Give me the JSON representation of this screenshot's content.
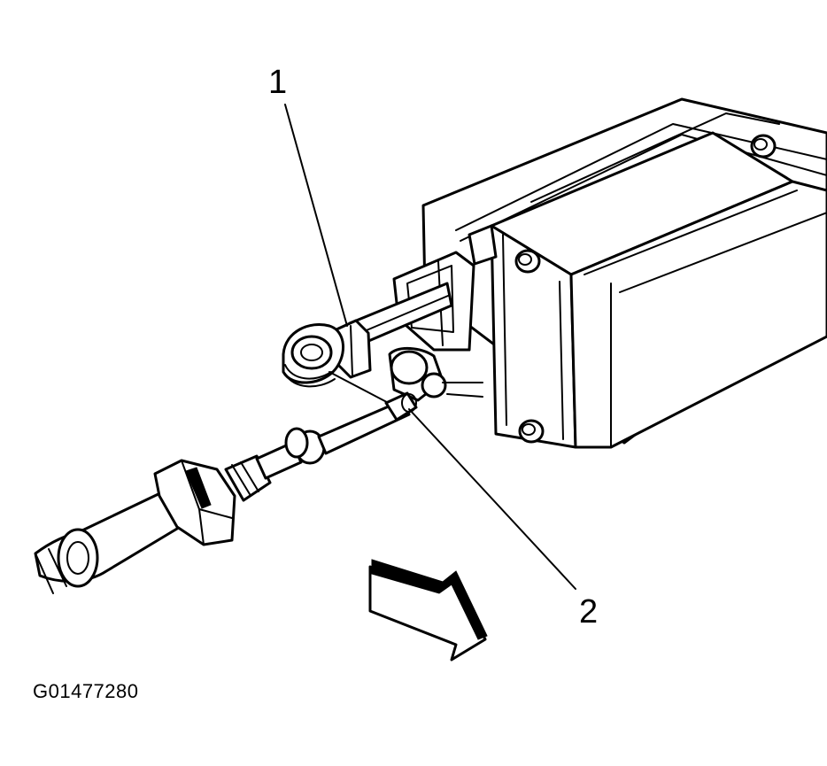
{
  "diagram": {
    "callouts": [
      {
        "label": "1"
      },
      {
        "label": "2"
      }
    ],
    "figure_id": "G01477280"
  }
}
